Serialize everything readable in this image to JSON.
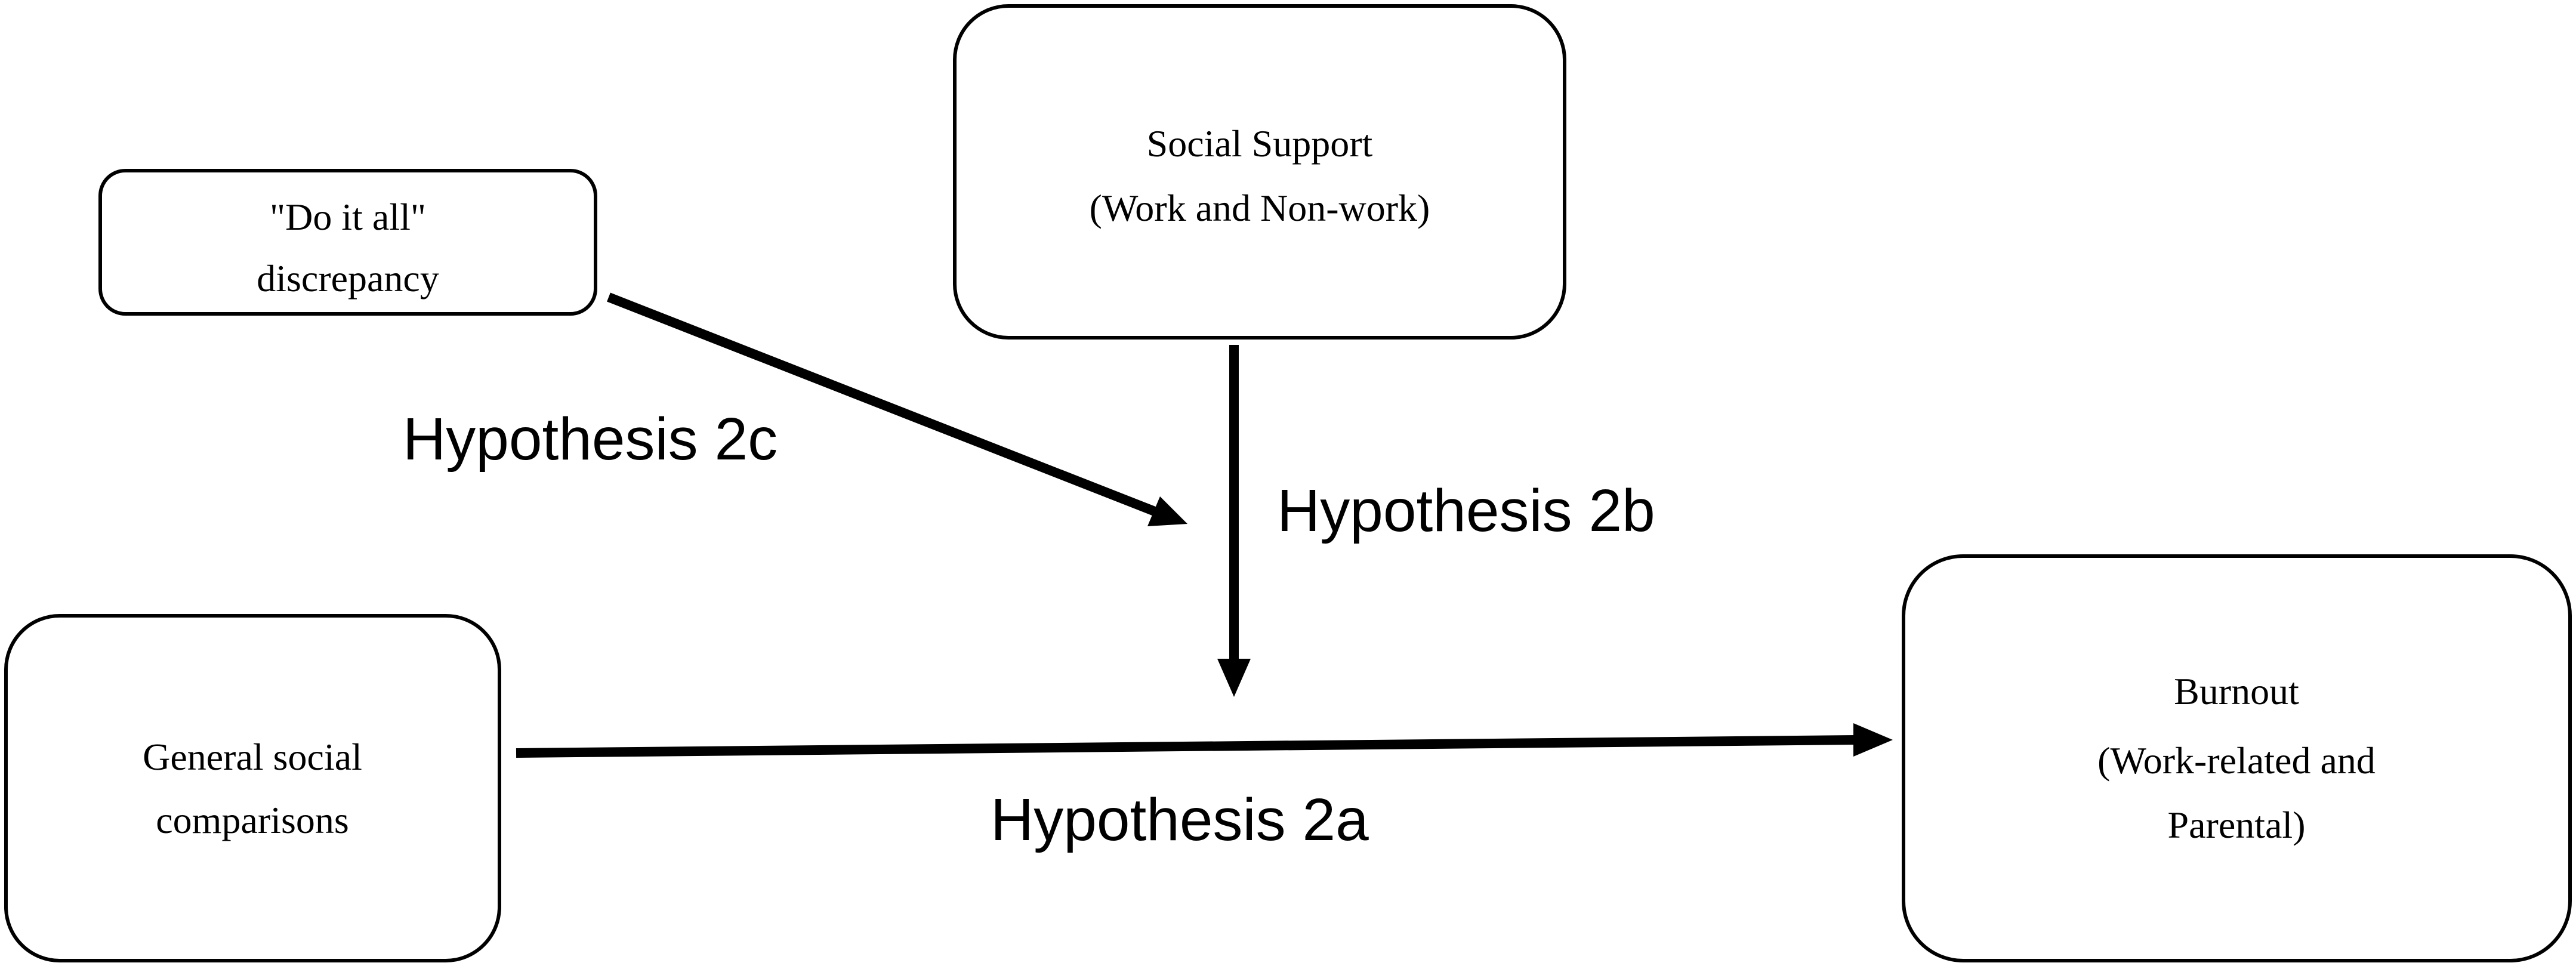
{
  "nodes": {
    "do_it_all": {
      "line1": "\"Do it all\"",
      "line2": "discrepancy"
    },
    "social_support": {
      "line1": "Social Support",
      "line2": "(Work and Non-work)"
    },
    "general_social": {
      "line1": "General  social",
      "line2": "comparisons"
    },
    "burnout": {
      "line1": "Burnout",
      "line2": "(Work-related and",
      "line3": "Parental)"
    }
  },
  "edges": {
    "h2a": {
      "label": "Hypothesis 2a"
    },
    "h2b": {
      "label": "Hypothesis 2b"
    },
    "h2c": {
      "label": "Hypothesis 2c"
    }
  },
  "colors": {
    "stroke": "#000000",
    "background": "#ffffff"
  }
}
